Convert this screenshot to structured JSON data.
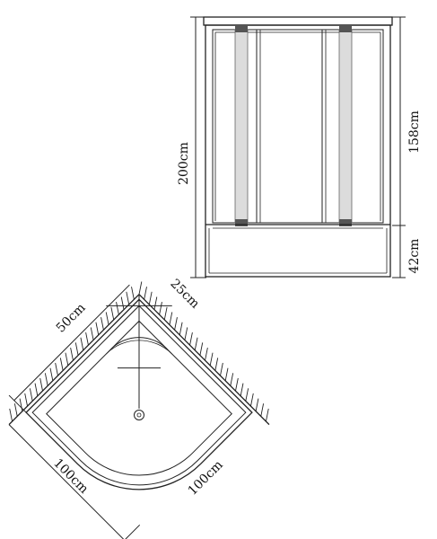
{
  "front_view": {
    "height_total": "200cm",
    "height_upper": "158cm",
    "height_base": "42cm"
  },
  "plan_view": {
    "radius": "50cm",
    "offset": "25cm",
    "side_left": "100cm",
    "side_right": "100cm"
  },
  "colors": {
    "line": "#222222",
    "glass_strip": "#dcdcdc",
    "strip_cap": "#555555"
  }
}
